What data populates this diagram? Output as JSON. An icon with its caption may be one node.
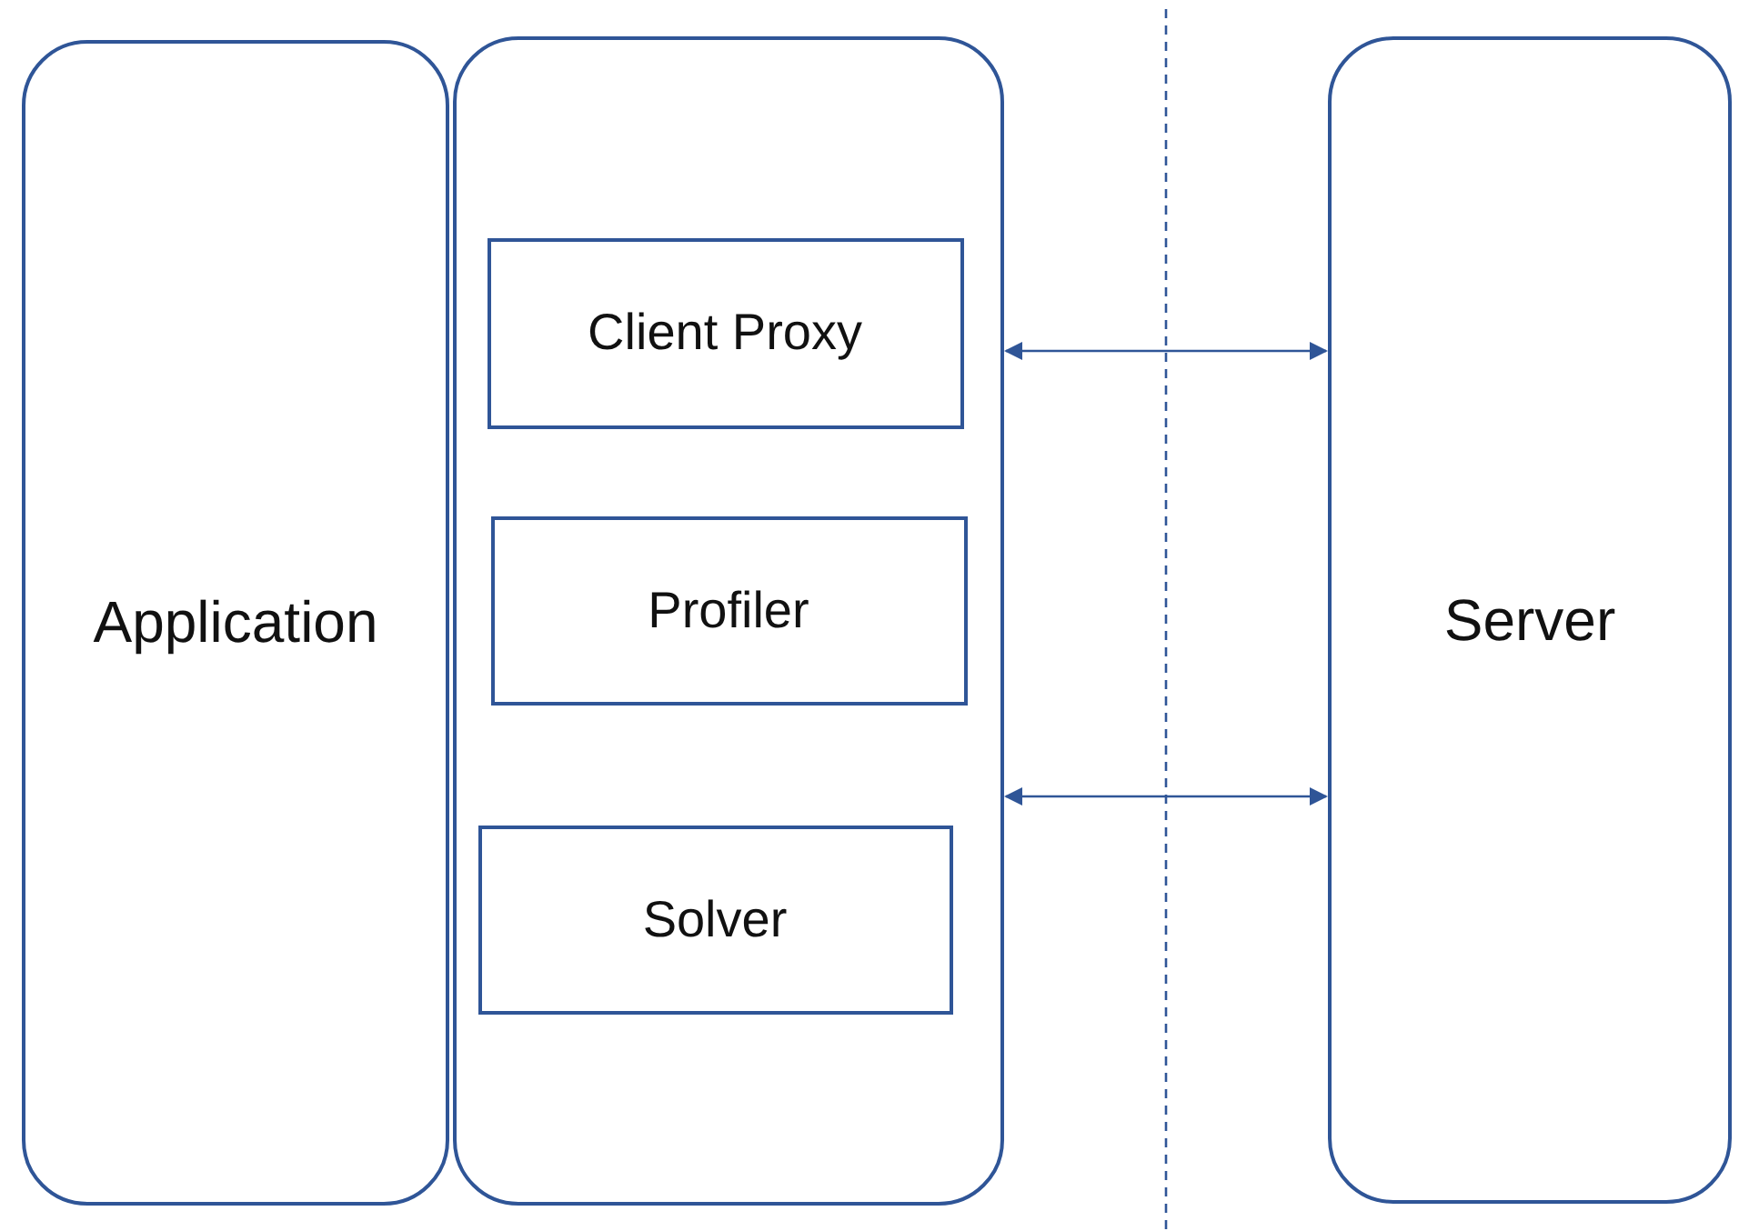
{
  "diagram": {
    "nodes": [
      {
        "text": [
          "Application"
        ]
      },
      {
        "text": [],
        "shape": "box"
      },
      {
        "text": [
          "Client Proxy"
        ],
        "in": 1
      },
      {
        "text": [
          "Profiler"
        ],
        "in": 1
      },
      {
        "text": [
          "Solver"
        ],
        "in": 1
      },
      {
        "text": [
          "Server"
        ]
      }
    ],
    "edges": [
      {
        "from": 1,
        "to": 5,
        "arrow": "both"
      },
      {
        "from": 1,
        "to": 5,
        "arrow": "both"
      }
    ]
  }
}
